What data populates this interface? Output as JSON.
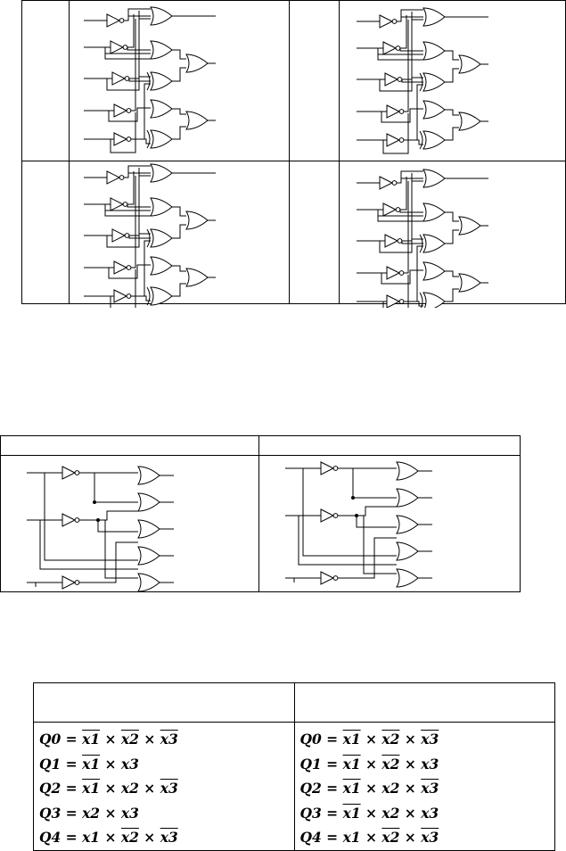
{
  "equations": {
    "left": [
      {
        "segments": [
          {
            "t": "Q0 = "
          },
          {
            "t": "x1",
            "bar": true
          },
          {
            "t": " × "
          },
          {
            "t": "x2",
            "bar": true
          },
          {
            "t": " × "
          },
          {
            "t": "x3",
            "bar": true
          }
        ]
      },
      {
        "segments": [
          {
            "t": "Q1 = "
          },
          {
            "t": "x1",
            "bar": true
          },
          {
            "t": " × x3"
          }
        ]
      },
      {
        "segments": [
          {
            "t": "Q2 = "
          },
          {
            "t": "x1",
            "bar": true
          },
          {
            "t": " × x2 × "
          },
          {
            "t": "x3",
            "bar": true
          }
        ]
      },
      {
        "segments": [
          {
            "t": "Q3 = x2 × x3"
          }
        ]
      },
      {
        "segments": [
          {
            "t": "Q4 = x1 × "
          },
          {
            "t": "x2",
            "bar": true
          },
          {
            "t": " × "
          },
          {
            "t": "x3",
            "bar": true
          }
        ]
      }
    ],
    "right": [
      {
        "segments": [
          {
            "t": "Q0 = "
          },
          {
            "t": "x1",
            "bar": true
          },
          {
            "t": " × "
          },
          {
            "t": "x2",
            "bar": true
          },
          {
            "t": " × "
          },
          {
            "t": "x3",
            "bar": true
          }
        ]
      },
      {
        "segments": [
          {
            "t": "Q1 = "
          },
          {
            "t": "x1",
            "bar": true
          },
          {
            "t": " × "
          },
          {
            "t": "x2",
            "bar": true
          },
          {
            "t": " × x3"
          }
        ]
      },
      {
        "segments": [
          {
            "t": "Q2 = "
          },
          {
            "t": "x1",
            "bar": true
          },
          {
            "t": " × x2 × "
          },
          {
            "t": "x3",
            "bar": true
          }
        ]
      },
      {
        "segments": [
          {
            "t": "Q3 = "
          },
          {
            "t": "x1",
            "bar": true
          },
          {
            "t": " × x2 × x3"
          }
        ]
      },
      {
        "segments": [
          {
            "t": "Q4 = x1 × "
          },
          {
            "t": "x2",
            "bar": true
          },
          {
            "t": " × "
          },
          {
            "t": "x3",
            "bar": true
          }
        ]
      }
    ]
  }
}
